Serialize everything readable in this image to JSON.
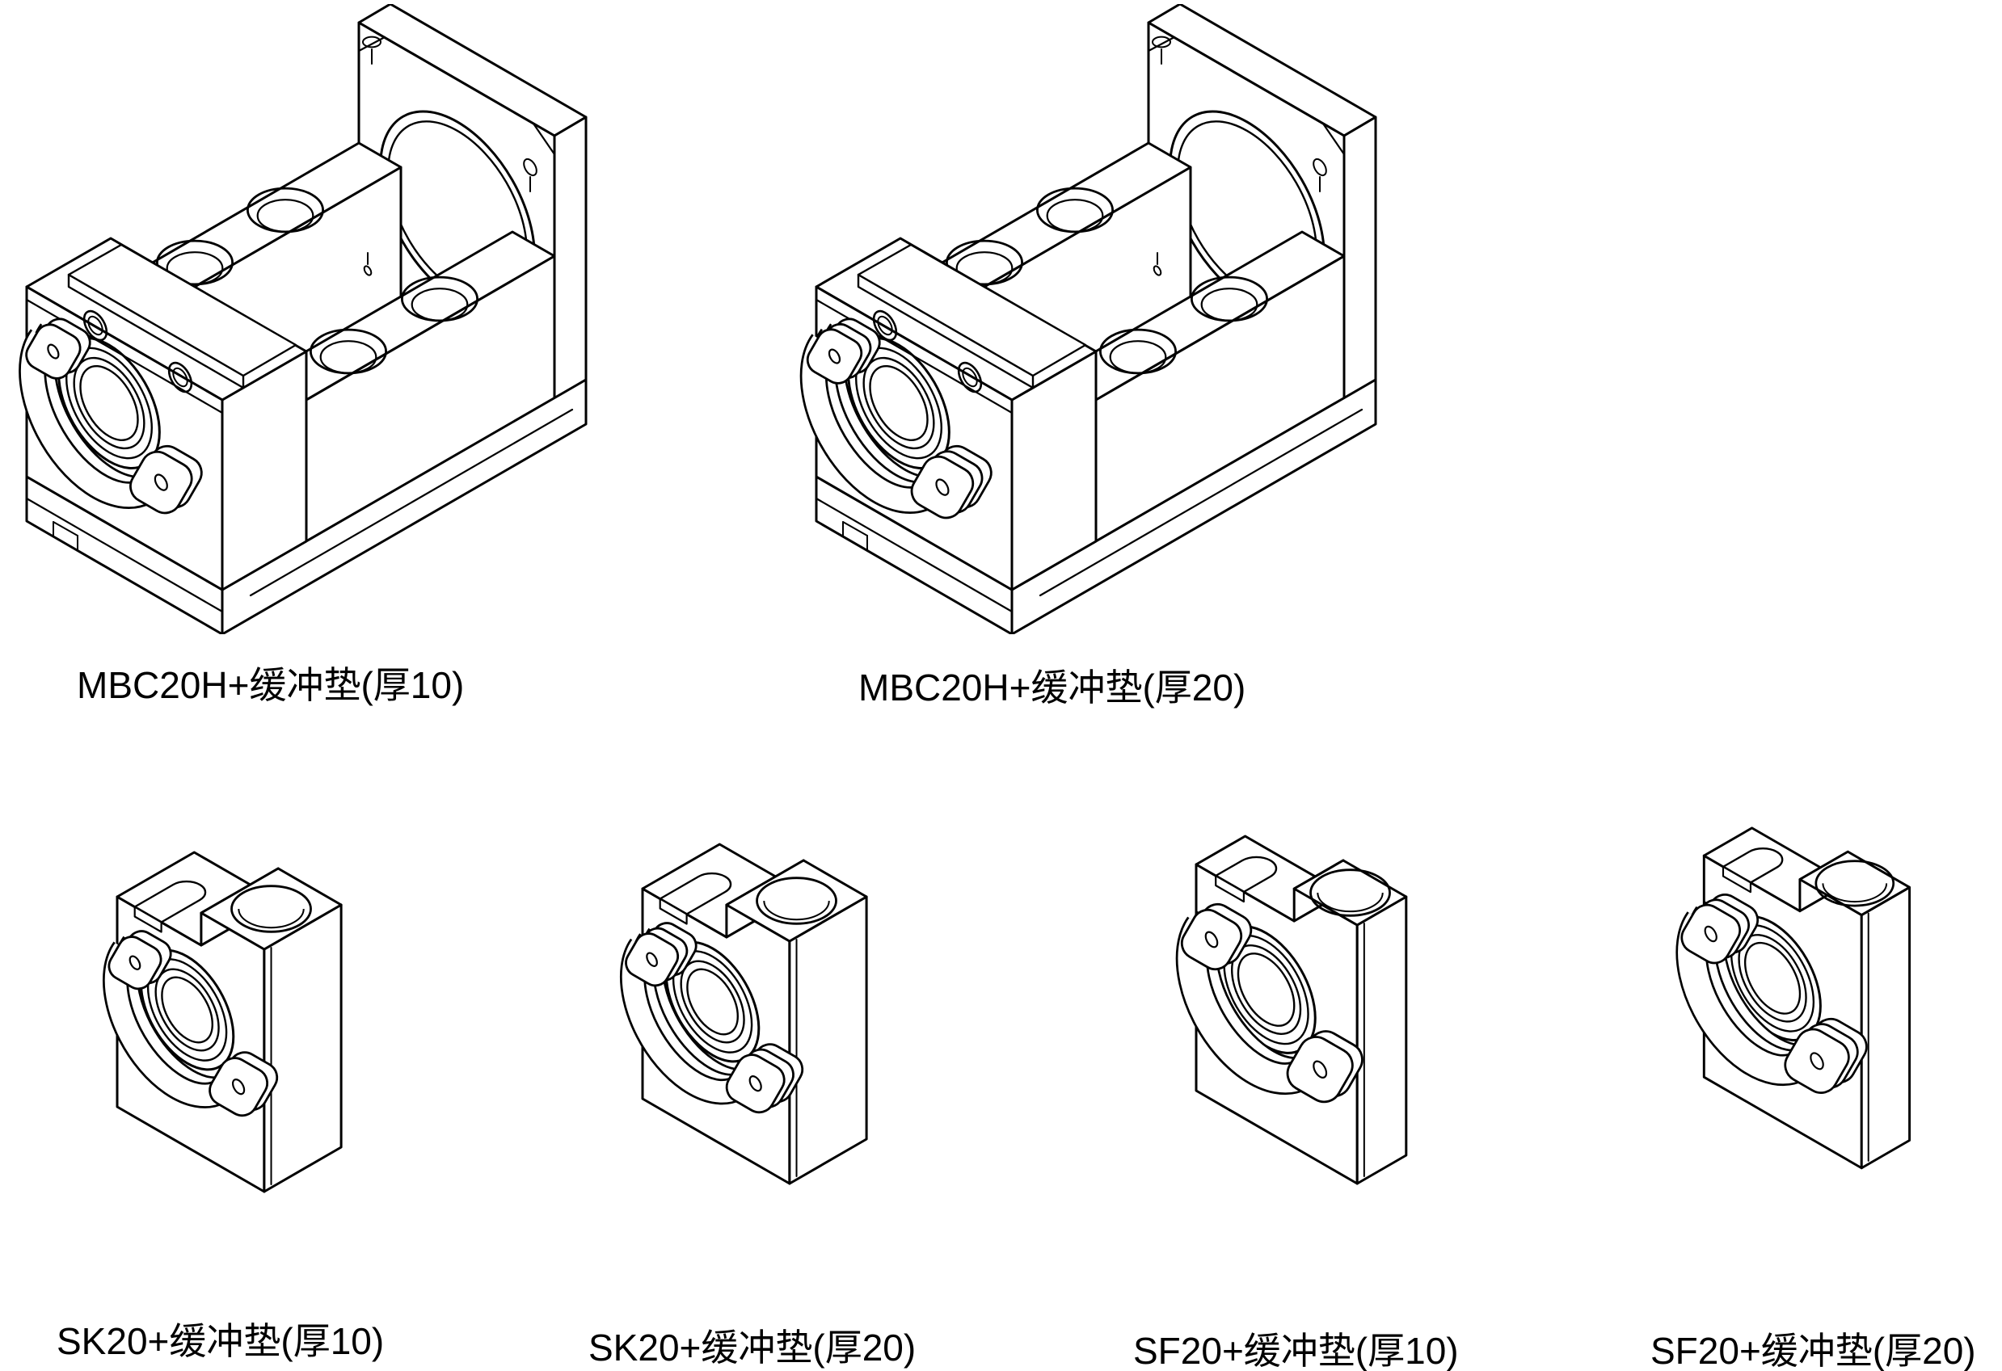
{
  "page": {
    "background": "#ffffff",
    "line_color": "#000000",
    "description": "Six isometric technical line drawings of ball screw support units with buffer pads"
  },
  "figures": [
    {
      "part": "MBC20H",
      "accessory": "缓冲垫",
      "thickness": "厚10",
      "label": "MBC20H+缓冲垫(厚10)"
    },
    {
      "part": "MBC20H",
      "accessory": "缓冲垫",
      "thickness": "厚20",
      "label": "MBC20H+缓冲垫(厚20)"
    },
    {
      "part": "SK20",
      "accessory": "缓冲垫",
      "thickness": "厚10",
      "label": "SK20+缓冲垫(厚10)"
    },
    {
      "part": "SK20",
      "accessory": "缓冲垫",
      "thickness": "厚20",
      "label": "SK20+缓冲垫(厚20)"
    },
    {
      "part": "SF20",
      "accessory": "缓冲垫",
      "thickness": "厚10",
      "label": "SF20+缓冲垫(厚10)"
    },
    {
      "part": "SF20",
      "accessory": "缓冲垫",
      "thickness": "厚20",
      "label": "SF20+缓冲垫(厚20)"
    }
  ]
}
